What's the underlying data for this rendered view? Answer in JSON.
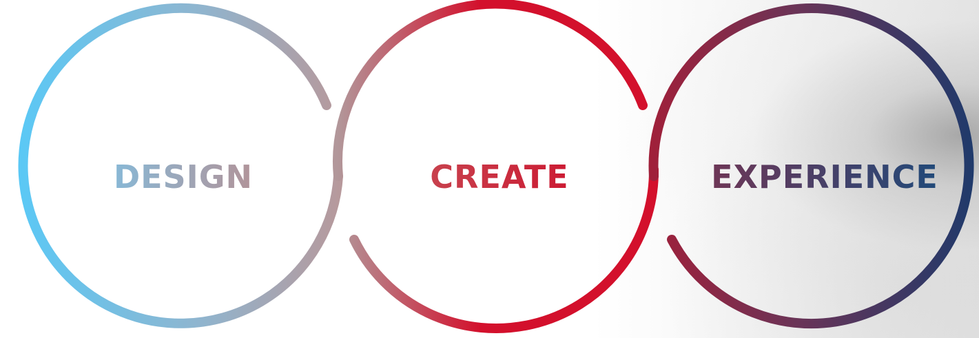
{
  "stages": [
    {
      "label": "DESIGN",
      "color_start": "#5bc8f5",
      "color_end": "#b29a9d"
    },
    {
      "label": "CREATE",
      "color_start": "#c44a4f",
      "color_end": "#d3102c"
    },
    {
      "label": "EXPERIENCE",
      "color_start": "#7a3356",
      "color_end": "#214a7a"
    }
  ],
  "colors": {
    "blue": "#5bc8f5",
    "red": "#d3102c",
    "navy": "#1f3a6b"
  }
}
